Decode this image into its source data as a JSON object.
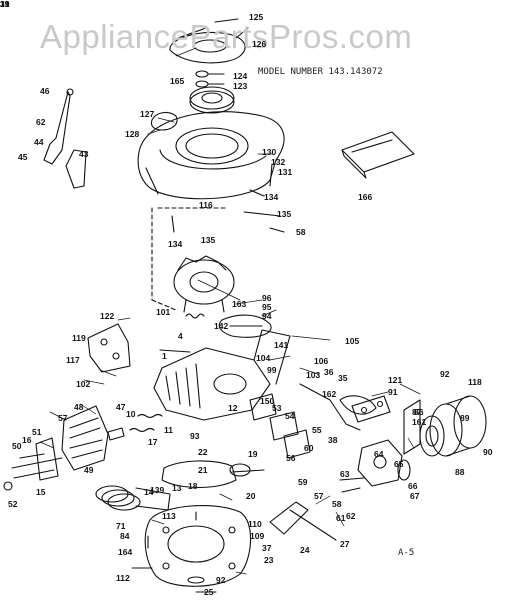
{
  "watermark": "AppliancePartsPros.com",
  "model_number": "MODEL NUMBER 143.143072",
  "page_ref": "A-5",
  "part_labels": [
    "125",
    "126",
    "124",
    "123",
    "165",
    "127",
    "128",
    "46",
    "62",
    "44",
    "45",
    "43",
    "130",
    "132",
    "131",
    "134",
    "116",
    "135",
    "58",
    "166",
    "134",
    "135",
    "163",
    "96",
    "95",
    "94",
    "101",
    "4",
    "142",
    "141",
    "105",
    "122",
    "119",
    "117",
    "1",
    "104",
    "99",
    "106",
    "103",
    "36",
    "35",
    "102",
    "121",
    "91",
    "92",
    "118",
    "86",
    "89",
    "90",
    "88",
    "87",
    "161",
    "162",
    "150",
    "53",
    "54",
    "55",
    "56",
    "57",
    "48",
    "47",
    "10",
    "11",
    "17",
    "16",
    "50",
    "51",
    "49",
    "15",
    "52",
    "139",
    "14",
    "13",
    "18",
    "21",
    "19",
    "22",
    "12",
    "20",
    "38",
    "60",
    "59",
    "57",
    "58",
    "61",
    "62",
    "63",
    "64",
    "65",
    "66",
    "67",
    "71",
    "84",
    "164",
    "112",
    "113",
    "110",
    "109",
    "37",
    "23",
    "24",
    "27",
    "25",
    "92",
    "93",
    "39",
    "31",
    "19"
  ]
}
